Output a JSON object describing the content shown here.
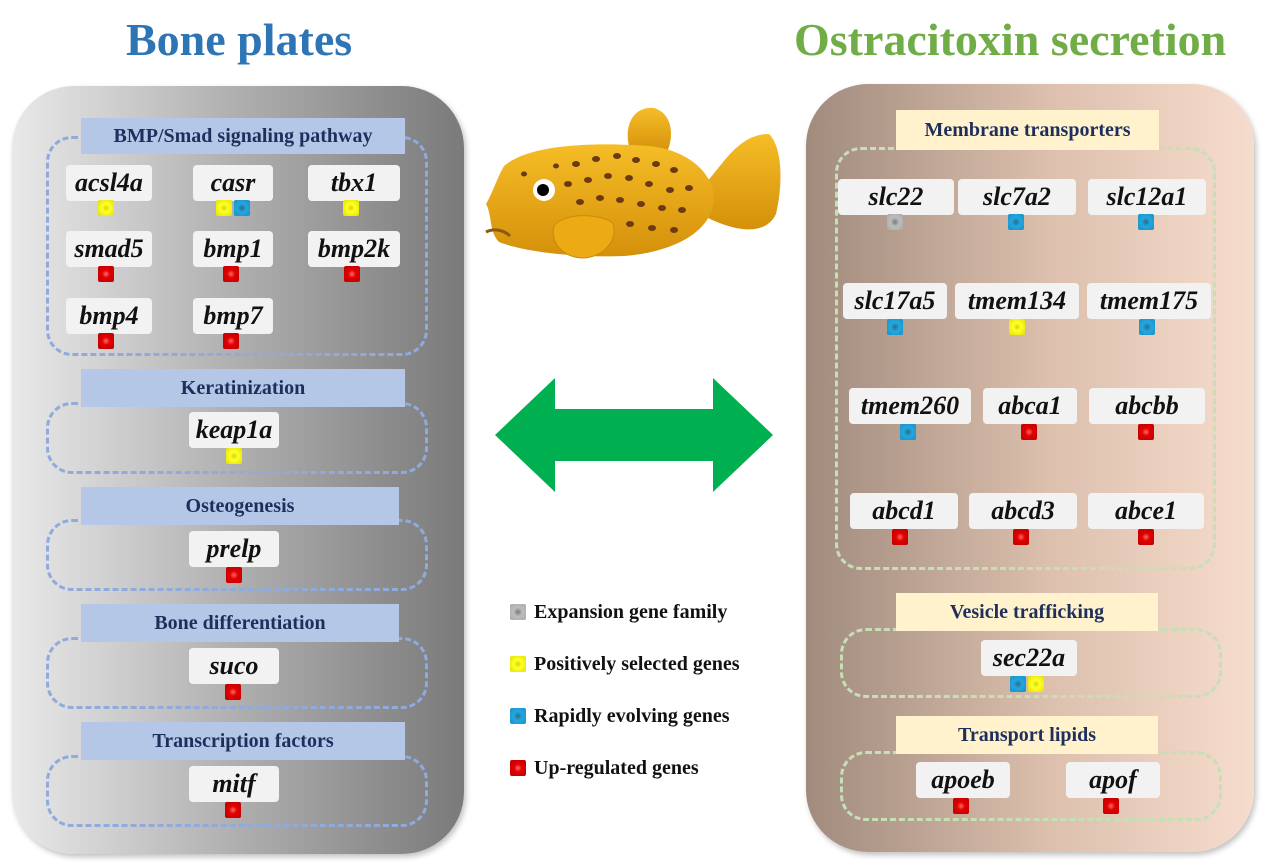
{
  "titles": {
    "left": "Bone plates",
    "right": "Ostracitoxin secretion"
  },
  "left_panel": {
    "headers": {
      "bmp": "BMP/Smad signaling pathway",
      "keratinization": "Keratinization",
      "osteogenesis": "Osteogenesis",
      "bone_differentiation": "Bone differentiation",
      "transcription": "Transcription factors"
    },
    "genes": {
      "acsl4a": "acsl4a",
      "casr": "casr",
      "tbx1": "tbx1",
      "smad5": "smad5",
      "bmp1": "bmp1",
      "bmp2k": "bmp2k",
      "bmp4": "bmp4",
      "bmp7": "bmp7",
      "keap1a": "keap1a",
      "prelp": "prelp",
      "suco": "suco",
      "mitf": "mitf"
    }
  },
  "right_panel": {
    "headers": {
      "membrane": "Membrane transporters",
      "vesicle": "Vesicle trafficking",
      "lipids": "Transport lipids"
    },
    "genes": {
      "slc22": "slc22",
      "slc7a2": "slc7a2",
      "slc12a1": "slc12a1",
      "slc17a5": "slc17a5",
      "tmem134": "tmem134",
      "tmem175": "tmem175",
      "tmem260": "tmem260",
      "abca1": "abca1",
      "abcbb": "abcbb",
      "abcd1": "abcd1",
      "abcd3": "abcd3",
      "abce1": "abce1",
      "sec22a": "sec22a",
      "apoeb": "apoeb",
      "apof": "apof"
    }
  },
  "legend": [
    {
      "label": "Expansion gene family",
      "color": "#a9a9a9"
    },
    {
      "label": "Positively selected genes",
      "color": "#ffff00"
    },
    {
      "label": "Rapidly evolving genes",
      "color": "#1b8ec4"
    },
    {
      "label": "Up-regulated genes",
      "color": "#e00000"
    }
  ],
  "colors": {
    "title_left": "#2e75b6",
    "title_right": "#70ad47",
    "arrow": "#00b050",
    "fish": "#e8a20a",
    "fish_spots": "#6b3a12"
  },
  "icons": {
    "fish": "boxfish-illustration",
    "arrow": "double-headed-arrow"
  }
}
